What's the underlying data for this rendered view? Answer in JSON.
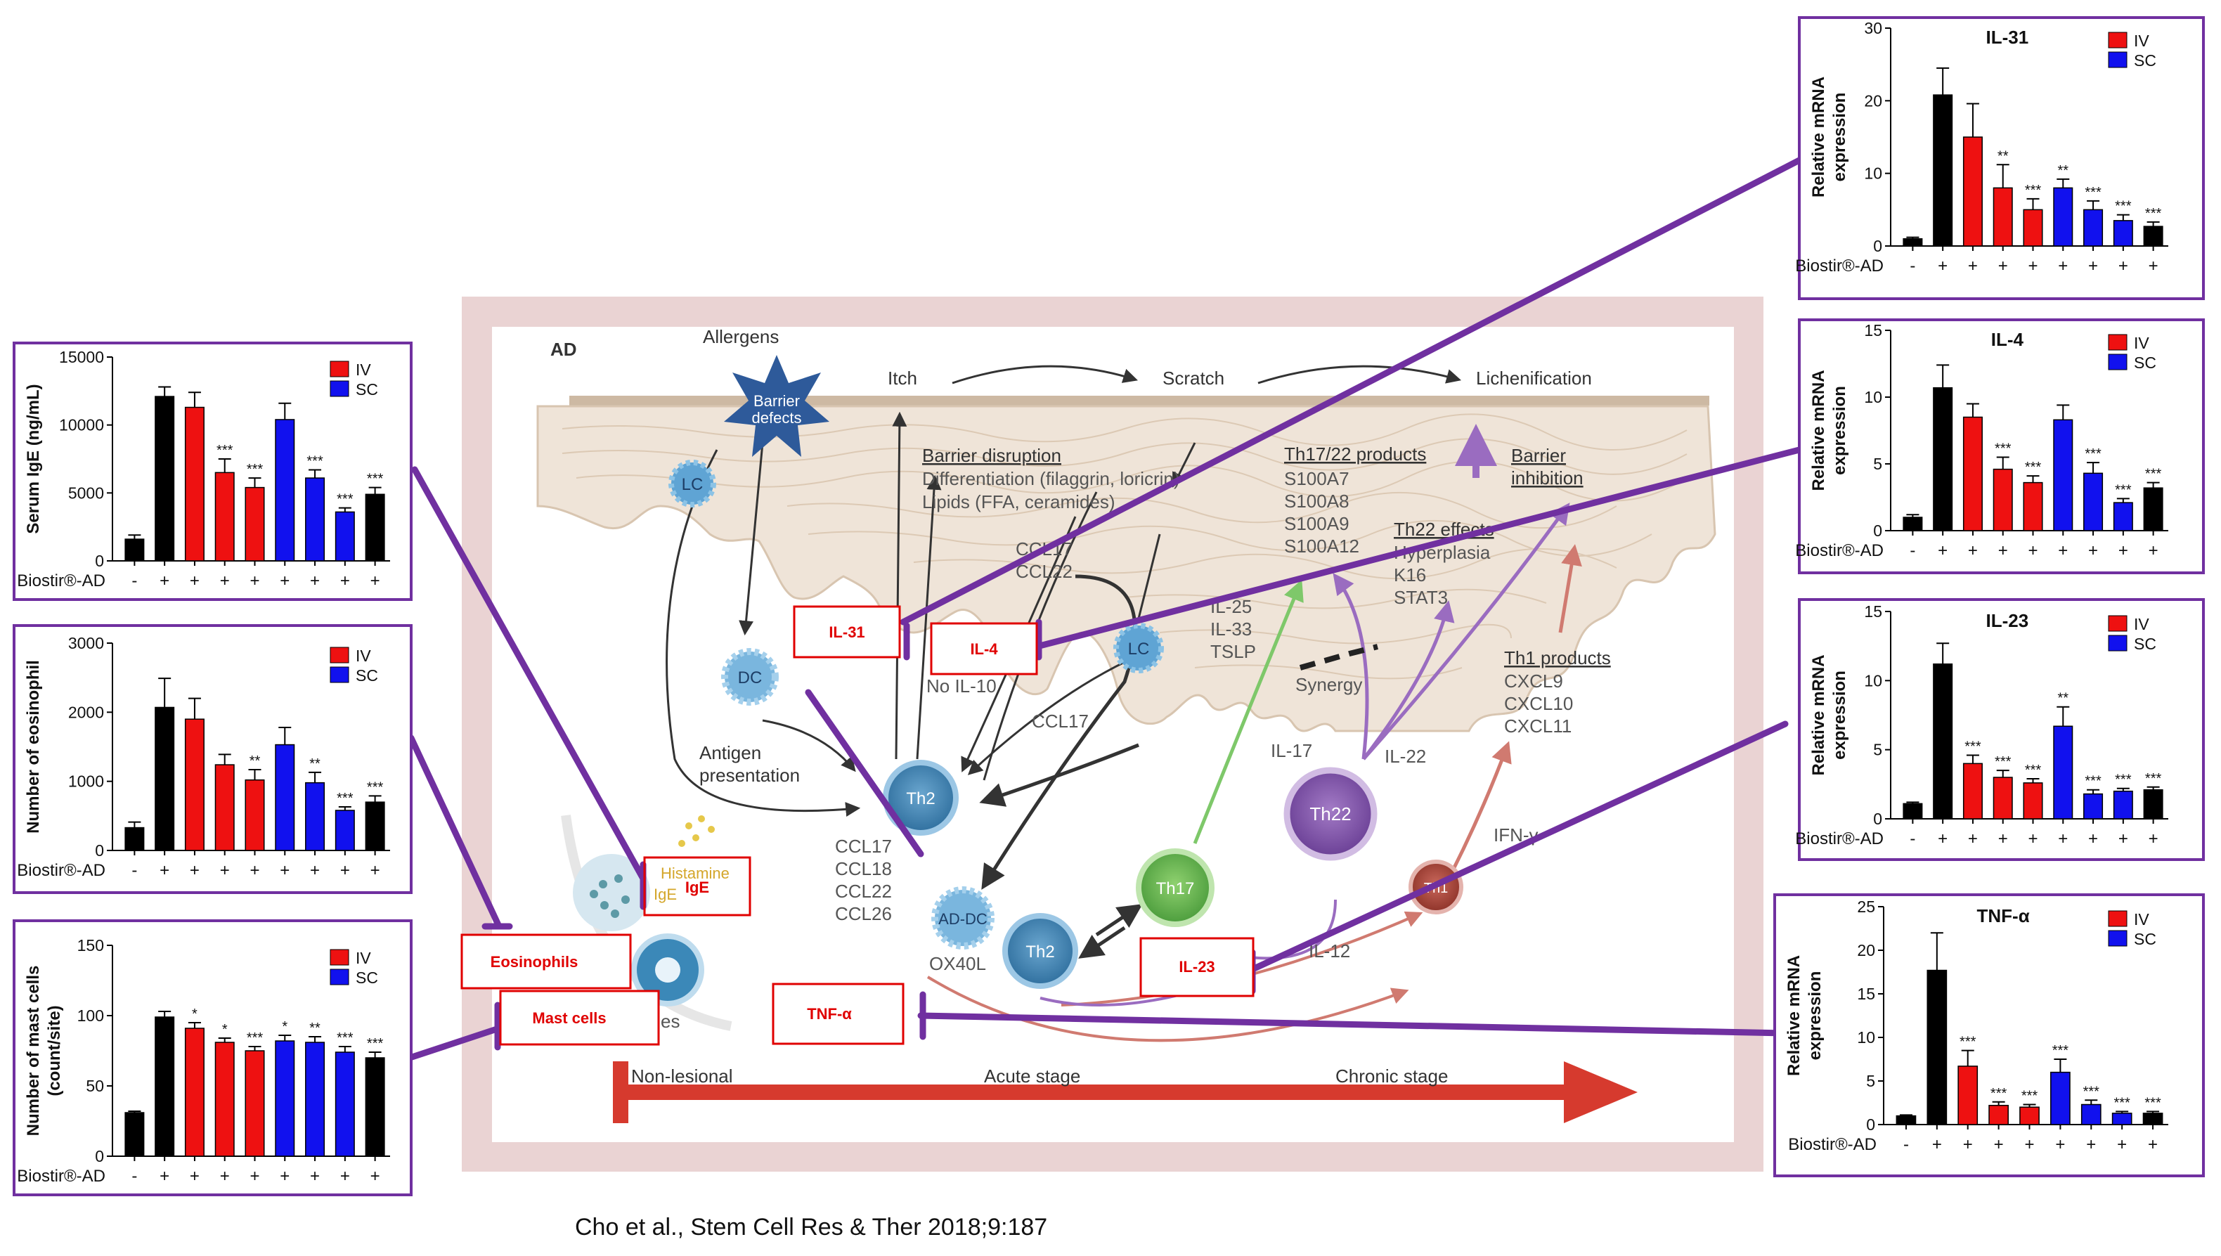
{
  "diagram": {
    "ad_label": "AD",
    "allergens": "Allergens",
    "barrier_defects": [
      "Barrier",
      "defects"
    ],
    "itch": "Itch",
    "scratch": "Scratch",
    "lichenification": "Lichenification",
    "lc": "LC",
    "dc": "DC",
    "ad_dc": "AD-DC",
    "ox40l": "OX40L",
    "th2": "Th2",
    "th17": "Th17",
    "th22": "Th22",
    "th1": "Th1",
    "antigen_presentation": [
      "Antigen",
      "presentation"
    ],
    "barrier_disruption_title": "Barrier disruption",
    "barrier_disruption_lines": [
      "Differentiation (filaggrin, loricrin)",
      "Lipids (FFA, ceramides)"
    ],
    "ccl17_ccl22": [
      "CCL17",
      "CCL22"
    ],
    "no_il10": "No IL-10",
    "ccl17": "CCL17",
    "th2_chemokines": [
      "CCL17",
      "CCL18",
      "CCL22",
      "CCL26"
    ],
    "epithelial_cytokines": [
      "IL-25",
      "IL-33",
      "TSLP"
    ],
    "th1722_products_title": "Th17/22 products",
    "th1722_products": [
      "S100A7",
      "S100A8",
      "S100A9",
      "S100A12"
    ],
    "th22_effects_title": "Th22 effects",
    "th22_effects": [
      "Hyperplasia",
      "K16",
      "STAT3"
    ],
    "barrier_inhibition": [
      "Barrier",
      "inhibition"
    ],
    "synergy": "Synergy",
    "th1_products_title": "Th1 products",
    "th1_products": [
      "CXCL9",
      "CXCL10",
      "CXCL11"
    ],
    "il17": "IL-17",
    "il22": "IL-22",
    "il12": "IL-12",
    "ifn": "IFN-γ",
    "histamine": "Histamine",
    "ige_small": "IgE",
    "basophils_tail": "es",
    "stage_nonlesional": "Non-lesional",
    "stage_acute": "Acute stage",
    "stage_chronic": "Chronic stage"
  },
  "red_labels": {
    "il31": "IL-31",
    "il4": "IL-4",
    "ige": "IgE",
    "eosinophils": "Eosinophils",
    "mast_cells": "Mast cells",
    "tnfa": "TNF-α",
    "il23": "IL-23"
  },
  "caption": "Cho et al., Stem Cell Res & Ther 2018;9:187",
  "colors": {
    "iv": "#ee1111",
    "sc": "#1111ee",
    "black_bar": "#000000",
    "frame": "#7030a0",
    "label_red": "#e00000",
    "stage_arrow": "#d63a2e",
    "pink_frame": "#ead3d3"
  },
  "chart_data": [
    {
      "id": "ige",
      "type": "bar",
      "title": "",
      "ylabel": "Serum IgE (ng/mL)",
      "ylim": [
        0,
        15000
      ],
      "yticks": [
        0,
        5000,
        10000,
        15000
      ],
      "xlabel": "Biostir®-AD",
      "categories": [
        "-",
        "+",
        "+",
        "+",
        "+",
        "+",
        "+",
        "+",
        "+"
      ],
      "values": [
        1600,
        12100,
        11300,
        6500,
        5400,
        10400,
        6100,
        3600,
        4900
      ],
      "errors": [
        300,
        700,
        1100,
        1000,
        700,
        1200,
        600,
        300,
        500
      ],
      "bar_groups": [
        "black",
        "black",
        "IV",
        "IV",
        "IV",
        "SC",
        "SC",
        "SC",
        "black"
      ],
      "significance": [
        "",
        "",
        "",
        "***",
        "***",
        "",
        "***",
        "***",
        "***"
      ],
      "legend": [
        "IV",
        "SC"
      ]
    },
    {
      "id": "eosinophil",
      "type": "bar",
      "title": "",
      "ylabel": "Number of eosinophil",
      "ylim": [
        0,
        3000
      ],
      "yticks": [
        0,
        1000,
        2000,
        3000
      ],
      "xlabel": "Biostir®-AD",
      "categories": [
        "-",
        "+",
        "+",
        "+",
        "+",
        "+",
        "+",
        "+",
        "+"
      ],
      "values": [
        330,
        2070,
        1900,
        1240,
        1020,
        1530,
        980,
        580,
        700
      ],
      "errors": [
        80,
        420,
        300,
        150,
        150,
        250,
        150,
        50,
        90
      ],
      "bar_groups": [
        "black",
        "black",
        "IV",
        "IV",
        "IV",
        "SC",
        "SC",
        "SC",
        "black"
      ],
      "significance": [
        "",
        "",
        "",
        "",
        "**",
        "",
        "**",
        "***",
        "***"
      ],
      "legend": [
        "IV",
        "SC"
      ]
    },
    {
      "id": "mast",
      "type": "bar",
      "title": "",
      "ylabel": [
        "Number of mast cells",
        "(count/site)"
      ],
      "ylim": [
        0,
        150
      ],
      "yticks": [
        0,
        50,
        100,
        150
      ],
      "xlabel": "Biostir®-AD",
      "categories": [
        "-",
        "+",
        "+",
        "+",
        "+",
        "+",
        "+",
        "+",
        "+"
      ],
      "values": [
        31,
        99,
        91,
        81,
        75,
        82,
        81,
        74,
        70
      ],
      "errors": [
        1,
        4,
        4,
        3,
        3,
        4,
        4,
        4,
        4
      ],
      "bar_groups": [
        "black",
        "black",
        "IV",
        "IV",
        "IV",
        "SC",
        "SC",
        "SC",
        "black"
      ],
      "significance": [
        "",
        "",
        "*",
        "*",
        "***",
        "*",
        "**",
        "***",
        "***"
      ],
      "legend": [
        "IV",
        "SC"
      ]
    },
    {
      "id": "il31",
      "type": "bar",
      "title": "IL-31",
      "ylabel": [
        "Relative mRNA",
        "expression"
      ],
      "ylim": [
        0,
        30
      ],
      "yticks": [
        0,
        10,
        20,
        30
      ],
      "xlabel": "Biostir®-AD",
      "categories": [
        "-",
        "+",
        "+",
        "+",
        "+",
        "+",
        "+",
        "+",
        "+"
      ],
      "values": [
        1,
        20.8,
        15,
        8,
        5,
        8,
        5,
        3.5,
        2.7
      ],
      "errors": [
        0.2,
        3.7,
        4.6,
        3.2,
        1.5,
        1.2,
        1.2,
        0.8,
        0.6
      ],
      "bar_groups": [
        "black",
        "black",
        "IV",
        "IV",
        "IV",
        "SC",
        "SC",
        "SC",
        "black"
      ],
      "significance": [
        "",
        "",
        "",
        "**",
        "***",
        "**",
        "***",
        "***",
        "***"
      ],
      "legend": [
        "IV",
        "SC"
      ]
    },
    {
      "id": "il4",
      "type": "bar",
      "title": "IL-4",
      "ylabel": [
        "Relative mRNA",
        "expression"
      ],
      "ylim": [
        0,
        15
      ],
      "yticks": [
        0,
        5,
        10,
        15
      ],
      "xlabel": "Biostir®-AD",
      "categories": [
        "-",
        "+",
        "+",
        "+",
        "+",
        "+",
        "+",
        "+",
        "+"
      ],
      "values": [
        1,
        10.7,
        8.5,
        4.6,
        3.6,
        8.3,
        4.3,
        2.1,
        3.2
      ],
      "errors": [
        0.2,
        1.7,
        1,
        0.9,
        0.5,
        1.1,
        0.8,
        0.3,
        0.4
      ],
      "bar_groups": [
        "black",
        "black",
        "IV",
        "IV",
        "IV",
        "SC",
        "SC",
        "SC",
        "black"
      ],
      "significance": [
        "",
        "",
        "",
        "***",
        "***",
        "",
        "***",
        "***",
        "***"
      ],
      "legend": [
        "IV",
        "SC"
      ]
    },
    {
      "id": "il23",
      "type": "bar",
      "title": "IL-23",
      "ylabel": [
        "Relative mRNA",
        "expression"
      ],
      "ylim": [
        0,
        15
      ],
      "yticks": [
        0,
        5,
        10,
        15
      ],
      "xlabel": "Biostir®-AD",
      "categories": [
        "-",
        "+",
        "+",
        "+",
        "+",
        "+",
        "+",
        "+",
        "+"
      ],
      "values": [
        1.1,
        11.2,
        4,
        3,
        2.6,
        6.7,
        1.8,
        2,
        2.1
      ],
      "errors": [
        0.1,
        1.5,
        0.6,
        0.5,
        0.3,
        1.4,
        0.3,
        0.2,
        0.2
      ],
      "bar_groups": [
        "black",
        "black",
        "IV",
        "IV",
        "IV",
        "SC",
        "SC",
        "SC",
        "black"
      ],
      "significance": [
        "",
        "",
        "***",
        "***",
        "***",
        "**",
        "***",
        "***",
        "***"
      ],
      "legend": [
        "IV",
        "SC"
      ]
    },
    {
      "id": "tnfa",
      "type": "bar",
      "title": "TNF-α",
      "ylabel": [
        "Relative mRNA",
        "expression"
      ],
      "ylim": [
        0,
        25
      ],
      "yticks": [
        0,
        5,
        10,
        15,
        20,
        25
      ],
      "xlabel": "Biostir®-AD",
      "categories": [
        "-",
        "+",
        "+",
        "+",
        "+",
        "+",
        "+",
        "+",
        "+"
      ],
      "values": [
        1,
        17.7,
        6.7,
        2.2,
        2,
        6,
        2.3,
        1.3,
        1.3
      ],
      "errors": [
        0.1,
        4.3,
        1.8,
        0.4,
        0.3,
        1.5,
        0.5,
        0.2,
        0.2
      ],
      "bar_groups": [
        "black",
        "black",
        "IV",
        "IV",
        "IV",
        "SC",
        "SC",
        "SC",
        "black"
      ],
      "significance": [
        "",
        "",
        "***",
        "***",
        "***",
        "***",
        "***",
        "***",
        "***"
      ],
      "legend": [
        "IV",
        "SC"
      ]
    }
  ]
}
